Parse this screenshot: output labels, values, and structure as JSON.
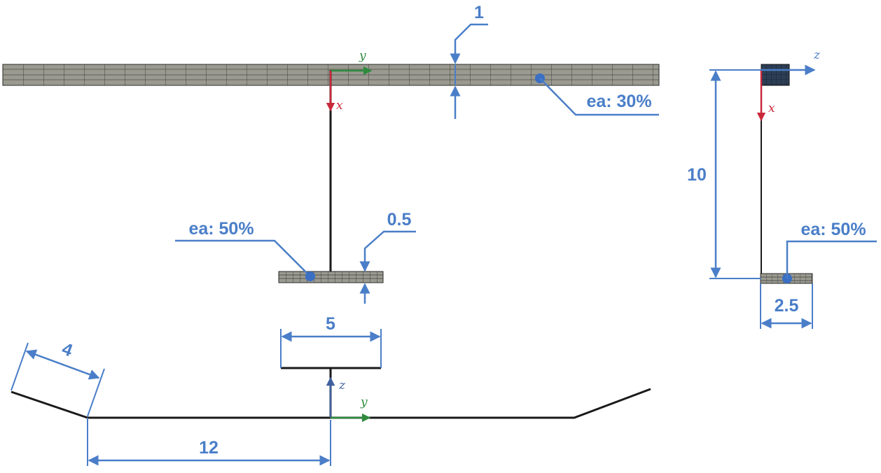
{
  "colors": {
    "dimension": "#4a7ec8",
    "point": "#3a6fc4",
    "axis_x": "#c9283a",
    "axis_y": "#2e8b3e",
    "axis_z": "#3f5f9f",
    "structure": "#1a1a1a",
    "mesh_fill": "#9a9a90",
    "mesh_line": "#2a2a2a",
    "block_fill": "#2c3e55"
  },
  "views": {
    "top": {
      "axis_y": "y",
      "axis_x": "x",
      "wing_thickness": "1",
      "wing_ea": "ea: 30%",
      "tail_thickness": "0.5",
      "tail_ea": "ea: 50%"
    },
    "front": {
      "axis_z": "z",
      "axis_y": "y",
      "tail_span": "5",
      "dihedral_length": "4",
      "inner_span": "12"
    },
    "side": {
      "axis_z": "z",
      "axis_x": "x",
      "boom_length": "10",
      "tail_ea": "ea: 50%",
      "tail_chord": "2.5"
    }
  }
}
